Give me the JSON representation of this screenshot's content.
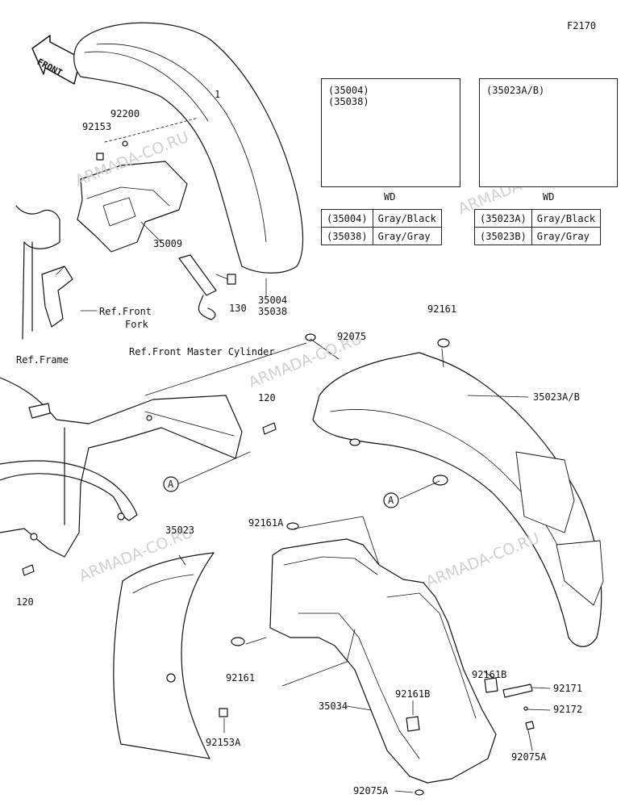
{
  "figure_code": "F2170",
  "front_marker": "FRONT",
  "watermark": "ARMADA-CO.RU",
  "inset_left": {
    "codes": [
      "(35004)",
      "(35038)"
    ],
    "caption": "WD"
  },
  "inset_right": {
    "codes": [
      "(35023A/B)"
    ],
    "caption": "WD"
  },
  "color_table_left": [
    {
      "part": "(35004)",
      "color": "Gray/Black"
    },
    {
      "part": "(35038)",
      "color": "Gray/Gray"
    }
  ],
  "color_table_right": [
    {
      "part": "(35023A)",
      "color": "Gray/Black"
    },
    {
      "part": "(35023B)",
      "color": "Gray/Gray"
    }
  ],
  "labels": {
    "p92200": "92200",
    "p92153": "92153",
    "p1": "1",
    "p35009": "35009",
    "p130": "130",
    "p35004": "35004",
    "p35038": "35038",
    "ref_front_fork_1": "Ref.Front",
    "ref_front_fork_2": "Fork",
    "ref_master_cyl": "Ref.Front Master Cylinder",
    "ref_frame": "Ref.Frame",
    "p92075": "92075",
    "p92161_top": "92161",
    "p35023AB": "35023A/B",
    "p120_top": "120",
    "ref_a_left": "A",
    "ref_a_right": "A",
    "p35023": "35023",
    "p92161A": "92161A",
    "p120_bottom": "120",
    "p92161_bottom": "92161",
    "p92161B_right": "92161B",
    "p92161B_mid": "92161B",
    "p92171": "92171",
    "p92172": "92172",
    "p35034": "35034",
    "p92153A": "92153A",
    "p92075A_right": "92075A",
    "p92075A_bottom": "92075A"
  }
}
